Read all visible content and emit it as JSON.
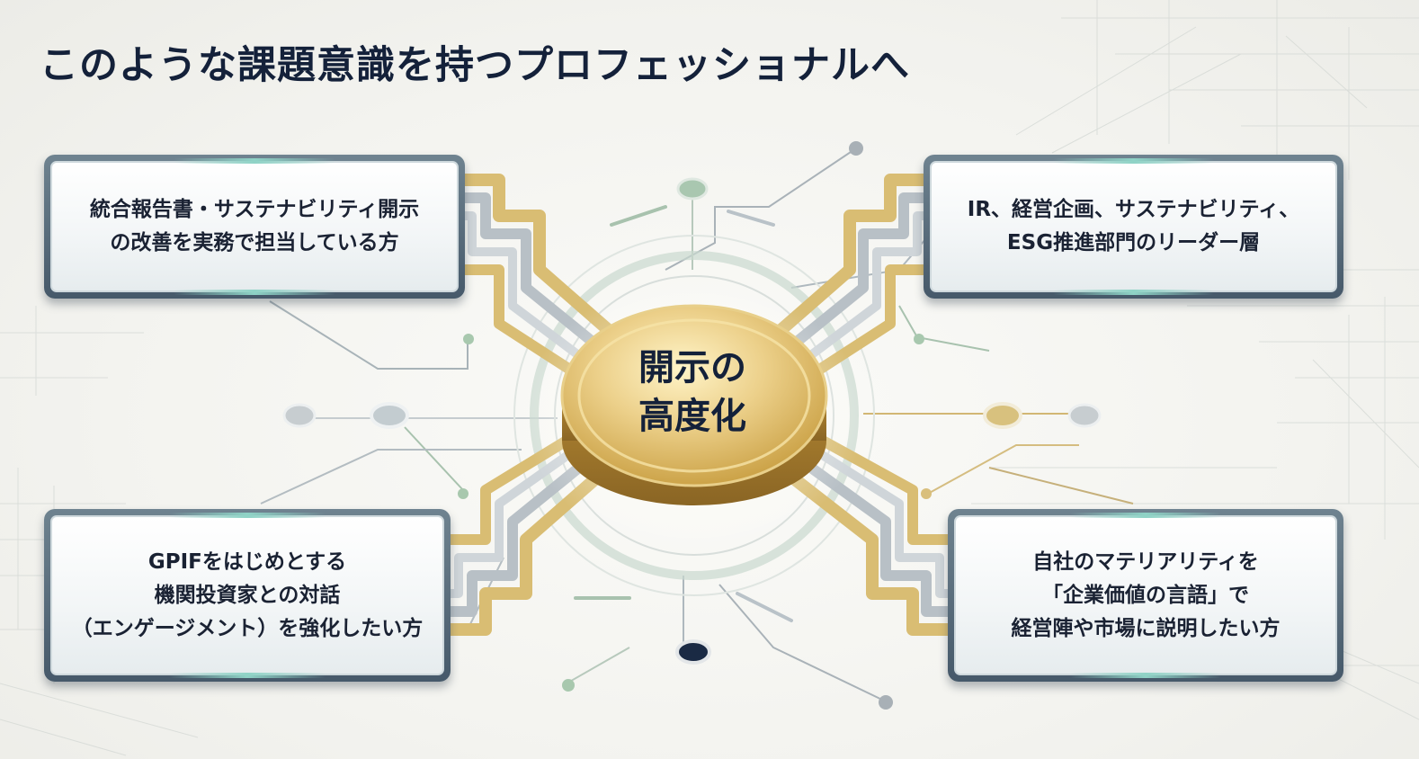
{
  "title": "このような課題意識を持つプロフェッショナルへ",
  "hub": {
    "line1": "開示の",
    "line2": "高度化"
  },
  "cards": {
    "top_left": {
      "lines": [
        "統合報告書・サステナビリティ開示",
        "の改善を実務で担当している方"
      ]
    },
    "top_right": {
      "lines": [
        "IR、経営企画、サステナビリティ、",
        "ESG推進部門のリーダー層"
      ]
    },
    "bottom_left": {
      "lines": [
        "GPIFをはじめとする",
        "機関投資家との対話",
        "（エンゲージメント）を強化したい方"
      ]
    },
    "bottom_right": {
      "lines": [
        "自社のマテリアリティを",
        "「企業価値の言語」で",
        "経営陣や市場に説明したい方"
      ]
    }
  },
  "colors": {
    "title": "#14213a",
    "gold": "#d9bd73",
    "silver": "#b8c0c6",
    "card_frame": "#4f6272",
    "accent_teal": "#8fd3c6"
  }
}
